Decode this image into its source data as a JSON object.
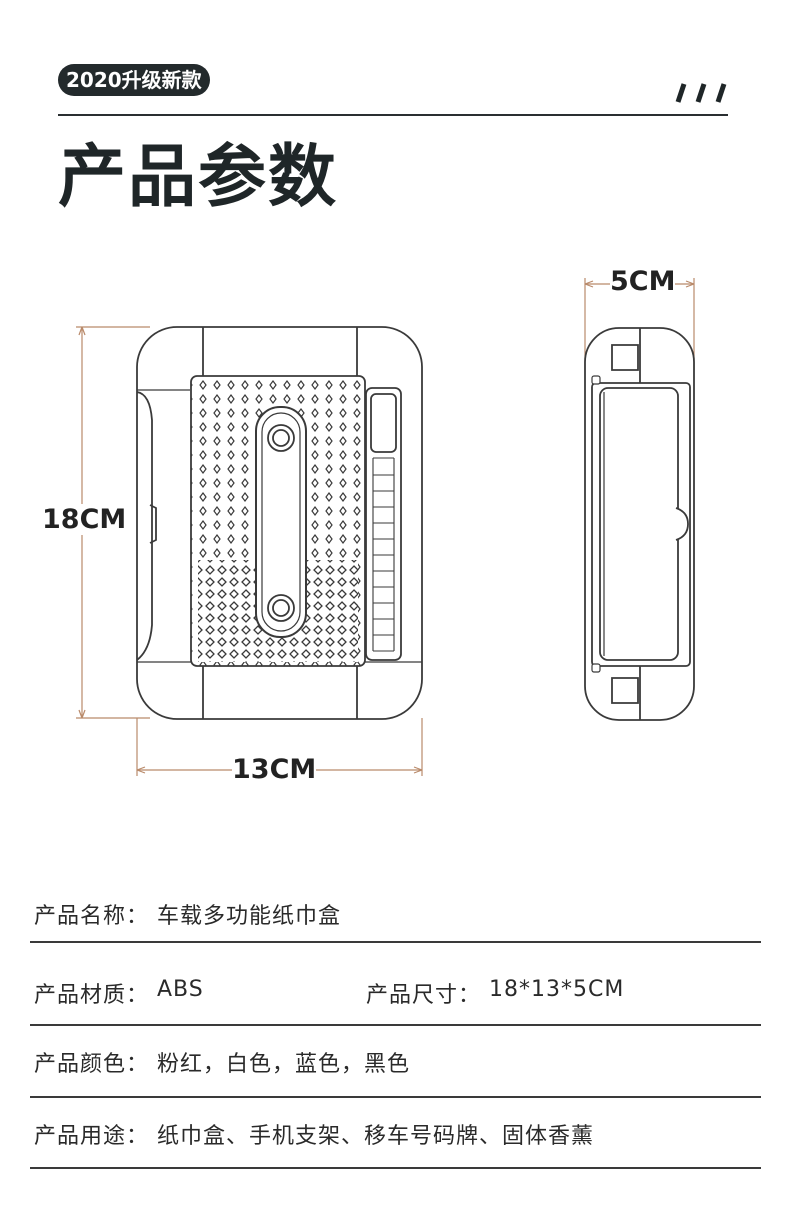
{
  "header": {
    "badge": "2020升级新款",
    "title": "产品参数"
  },
  "dimensions": {
    "depth": "5CM",
    "height": "18CM",
    "width": "13CM"
  },
  "specs": {
    "name_label": "产品名称：",
    "name_value": "车载多功能纸巾盒",
    "material_label": "产品材质：",
    "material_value": "ABS",
    "size_label": "产品尺寸：",
    "size_value": "18*13*5CM",
    "color_label": "产品颜色：",
    "color_value": "粉红，白色，蓝色，黑色",
    "usage_label": "产品用途：",
    "usage_value": "纸巾盒、手机支架、移车号码牌、固体香薰"
  },
  "colors": {
    "dark": "#232a2c",
    "dim_line": "#b98a6a",
    "outline": "#3a3a3a"
  }
}
